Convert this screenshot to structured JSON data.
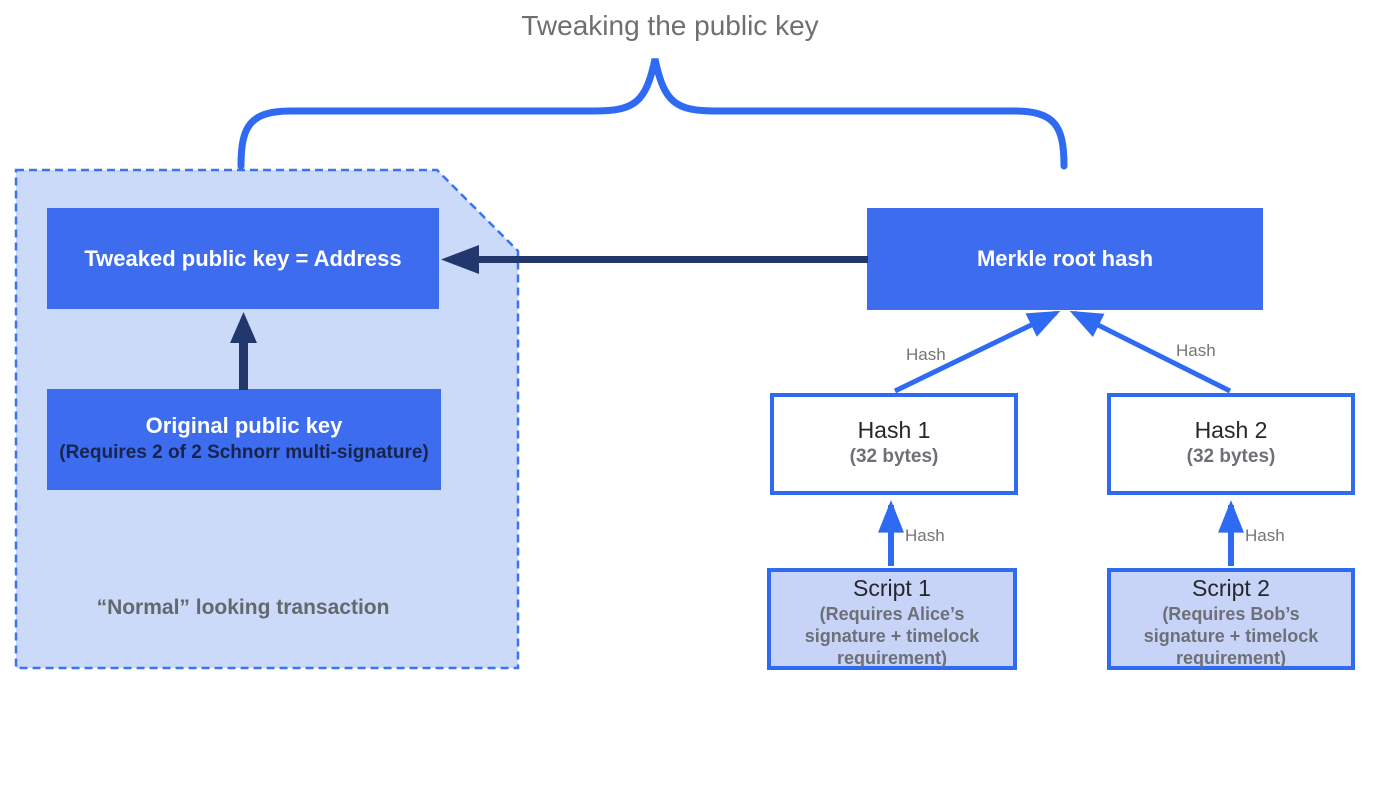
{
  "title": "Tweaking the public key",
  "transaction_region": {
    "tweaked_key_label": "Tweaked public key = Address",
    "original_key_title": "Original public key",
    "original_key_subtitle": "(Requires 2 of 2 Schnorr multi-signature)",
    "caption": "“Normal” looking transaction"
  },
  "merkle_tree": {
    "root_label": "Merkle root hash",
    "hash1": {
      "title": "Hash 1",
      "subtitle": "(32 bytes)"
    },
    "hash2": {
      "title": "Hash 2",
      "subtitle": "(32 bytes)"
    },
    "script1": {
      "title": "Script 1",
      "subtitle": "(Requires Alice’s signature + timelock requirement)"
    },
    "script2": {
      "title": "Script 2",
      "subtitle": "(Requires Bob’s signature + timelock requirement)"
    },
    "edge_labels": {
      "hash1_root": "Hash",
      "hash2_root": "Hash",
      "script1_hash1": "Hash",
      "script2_hash2": "Hash"
    }
  },
  "colors": {
    "node_fill_blue": "#3D6CEF",
    "region_fill_light_blue": "#CCDAF9",
    "script_fill_light_blue": "#C7D4F8",
    "edge_blue": "#2F6BF2",
    "arrow_navy": "#22386D",
    "subtitle_navy": "#17244E",
    "text_gray": "#6D7076",
    "title_gray": "#6F6F6F",
    "text_white": "#FFFFFF"
  }
}
